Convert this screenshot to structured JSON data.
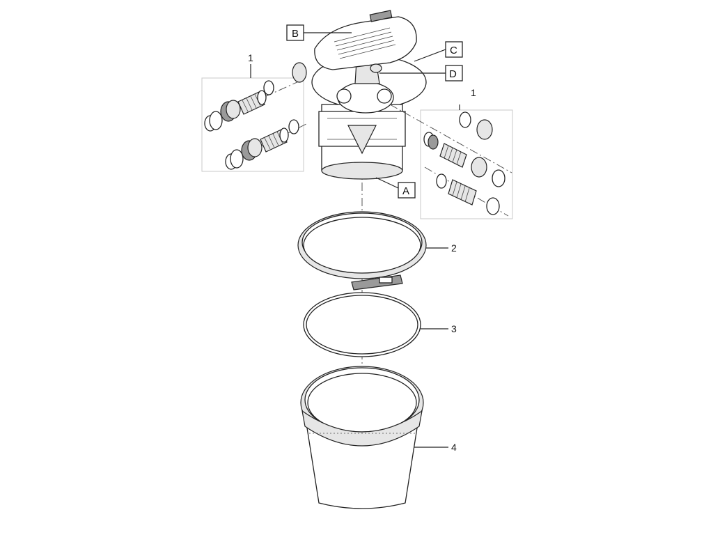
{
  "callouts": {
    "B": "B",
    "C": "C",
    "D": "D",
    "A": "A",
    "kit_left": "1",
    "kit_right": "1",
    "clamp_ring": "2",
    "seal_ring": "3",
    "container": "4"
  }
}
